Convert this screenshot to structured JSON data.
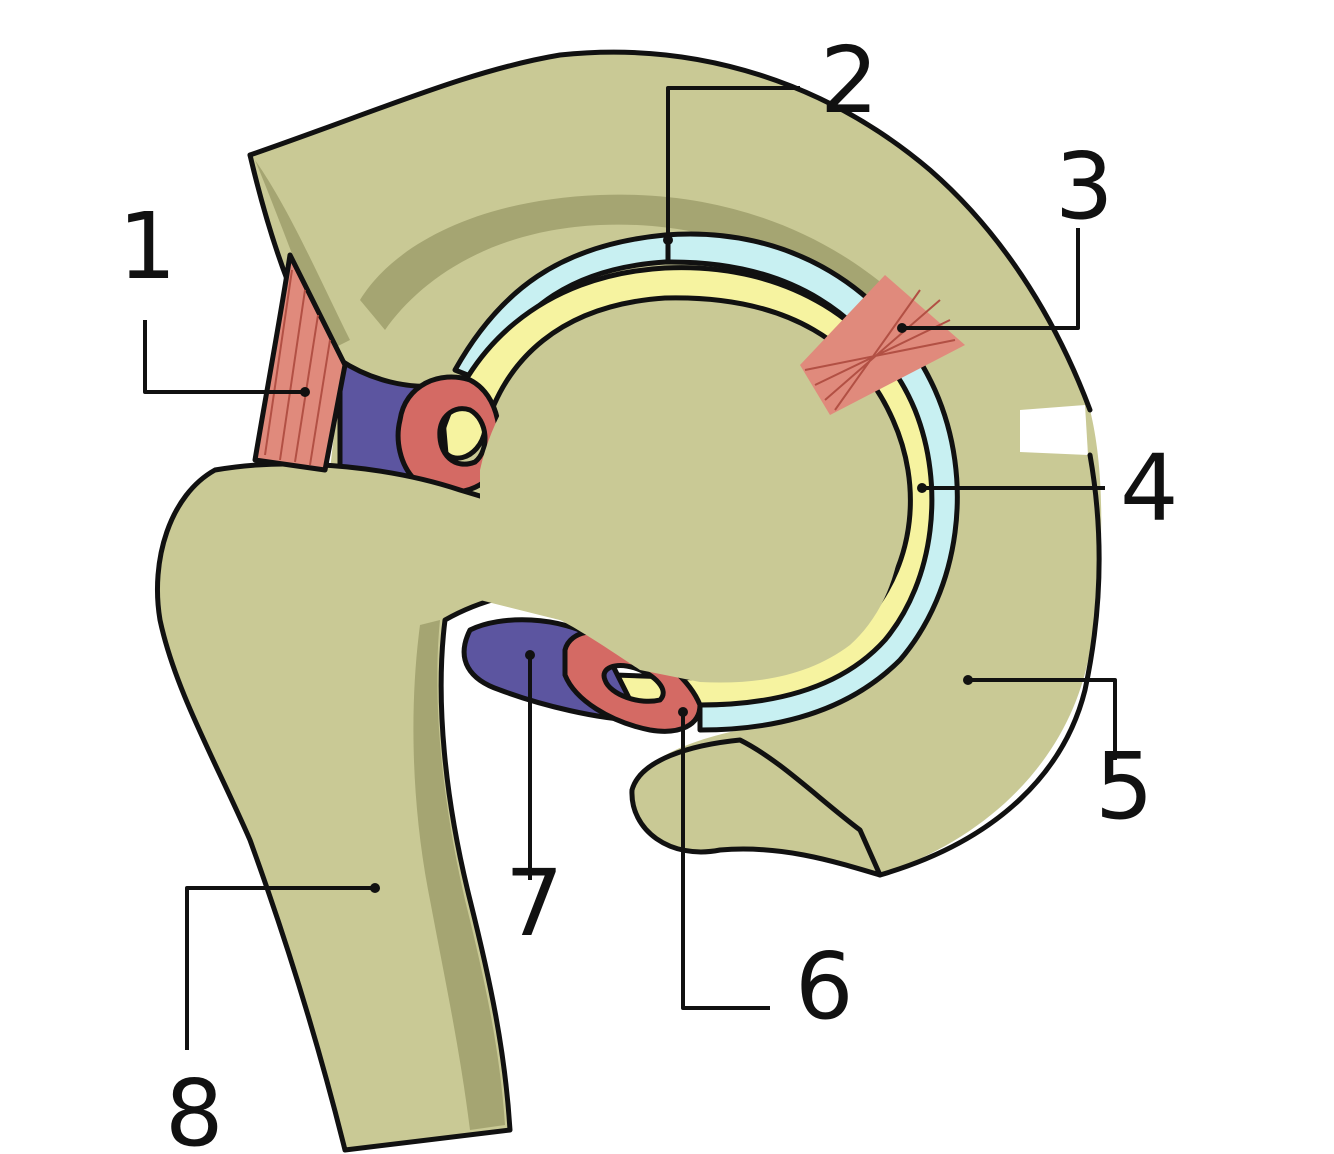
{
  "labels": [
    {
      "id": "1",
      "text": "1"
    },
    {
      "id": "2",
      "text": "2"
    },
    {
      "id": "3",
      "text": "3"
    },
    {
      "id": "4",
      "text": "4"
    },
    {
      "id": "5",
      "text": "5"
    },
    {
      "id": "6",
      "text": "6"
    },
    {
      "id": "7",
      "text": "7"
    },
    {
      "id": "8",
      "text": "8"
    }
  ],
  "colors": {
    "bone": "#c9c995",
    "bone_shadow": "#a5a572",
    "cartilage": "#c8f0f2",
    "synovial": "#f6f3a0",
    "ligament": "#e08a7c",
    "labrum": "#d46a64",
    "capsule": "#5c55a0",
    "outline": "#111111",
    "background": "#ffffff"
  }
}
